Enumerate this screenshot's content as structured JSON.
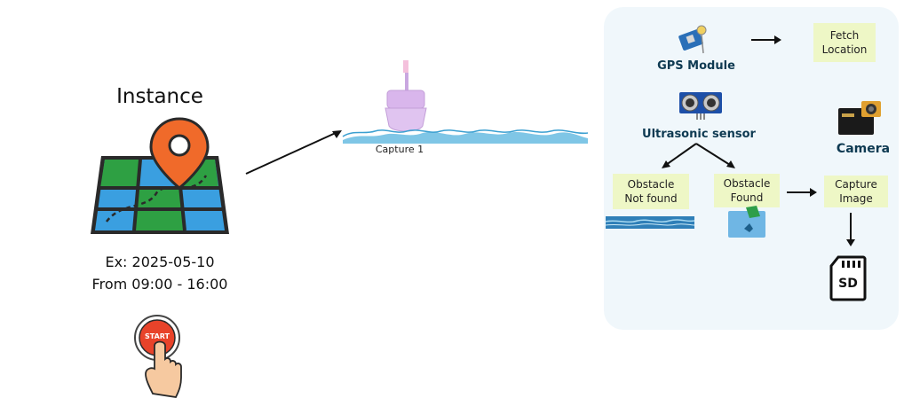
{
  "instance": {
    "title": "Instance",
    "date_line": "Ex: 2025-05-10",
    "time_line": "From 09:00 - 16:00",
    "start_label": "START",
    "map_icon": "map-pin-icon",
    "start_icon": "start-button-hand-icon"
  },
  "buoy": {
    "caption": "Capture 1",
    "icon": "buoy-on-water-icon"
  },
  "process": {
    "gps_label": "GPS Module",
    "fetch_location": [
      "Fetch",
      "Location"
    ],
    "ultrasonic_label": "Ultrasonic sensor",
    "camera_label": "Camera",
    "obstacle_not_found": [
      "Obstacle",
      "Not found"
    ],
    "obstacle_found": [
      "Obstacle",
      "Found"
    ],
    "capture_image": [
      "Capture",
      "Image"
    ],
    "sd_label": "SD"
  },
  "colors": {
    "panel_bg": "#f0f7fb",
    "note_bg": "#eef7c6",
    "label_dark": "#0e3a52",
    "start_red": "#e8432a",
    "map_green": "#2ea043",
    "map_blue": "#3a9fe0",
    "pin_orange": "#f06a2a",
    "water_blue": "#7fc6e6"
  }
}
